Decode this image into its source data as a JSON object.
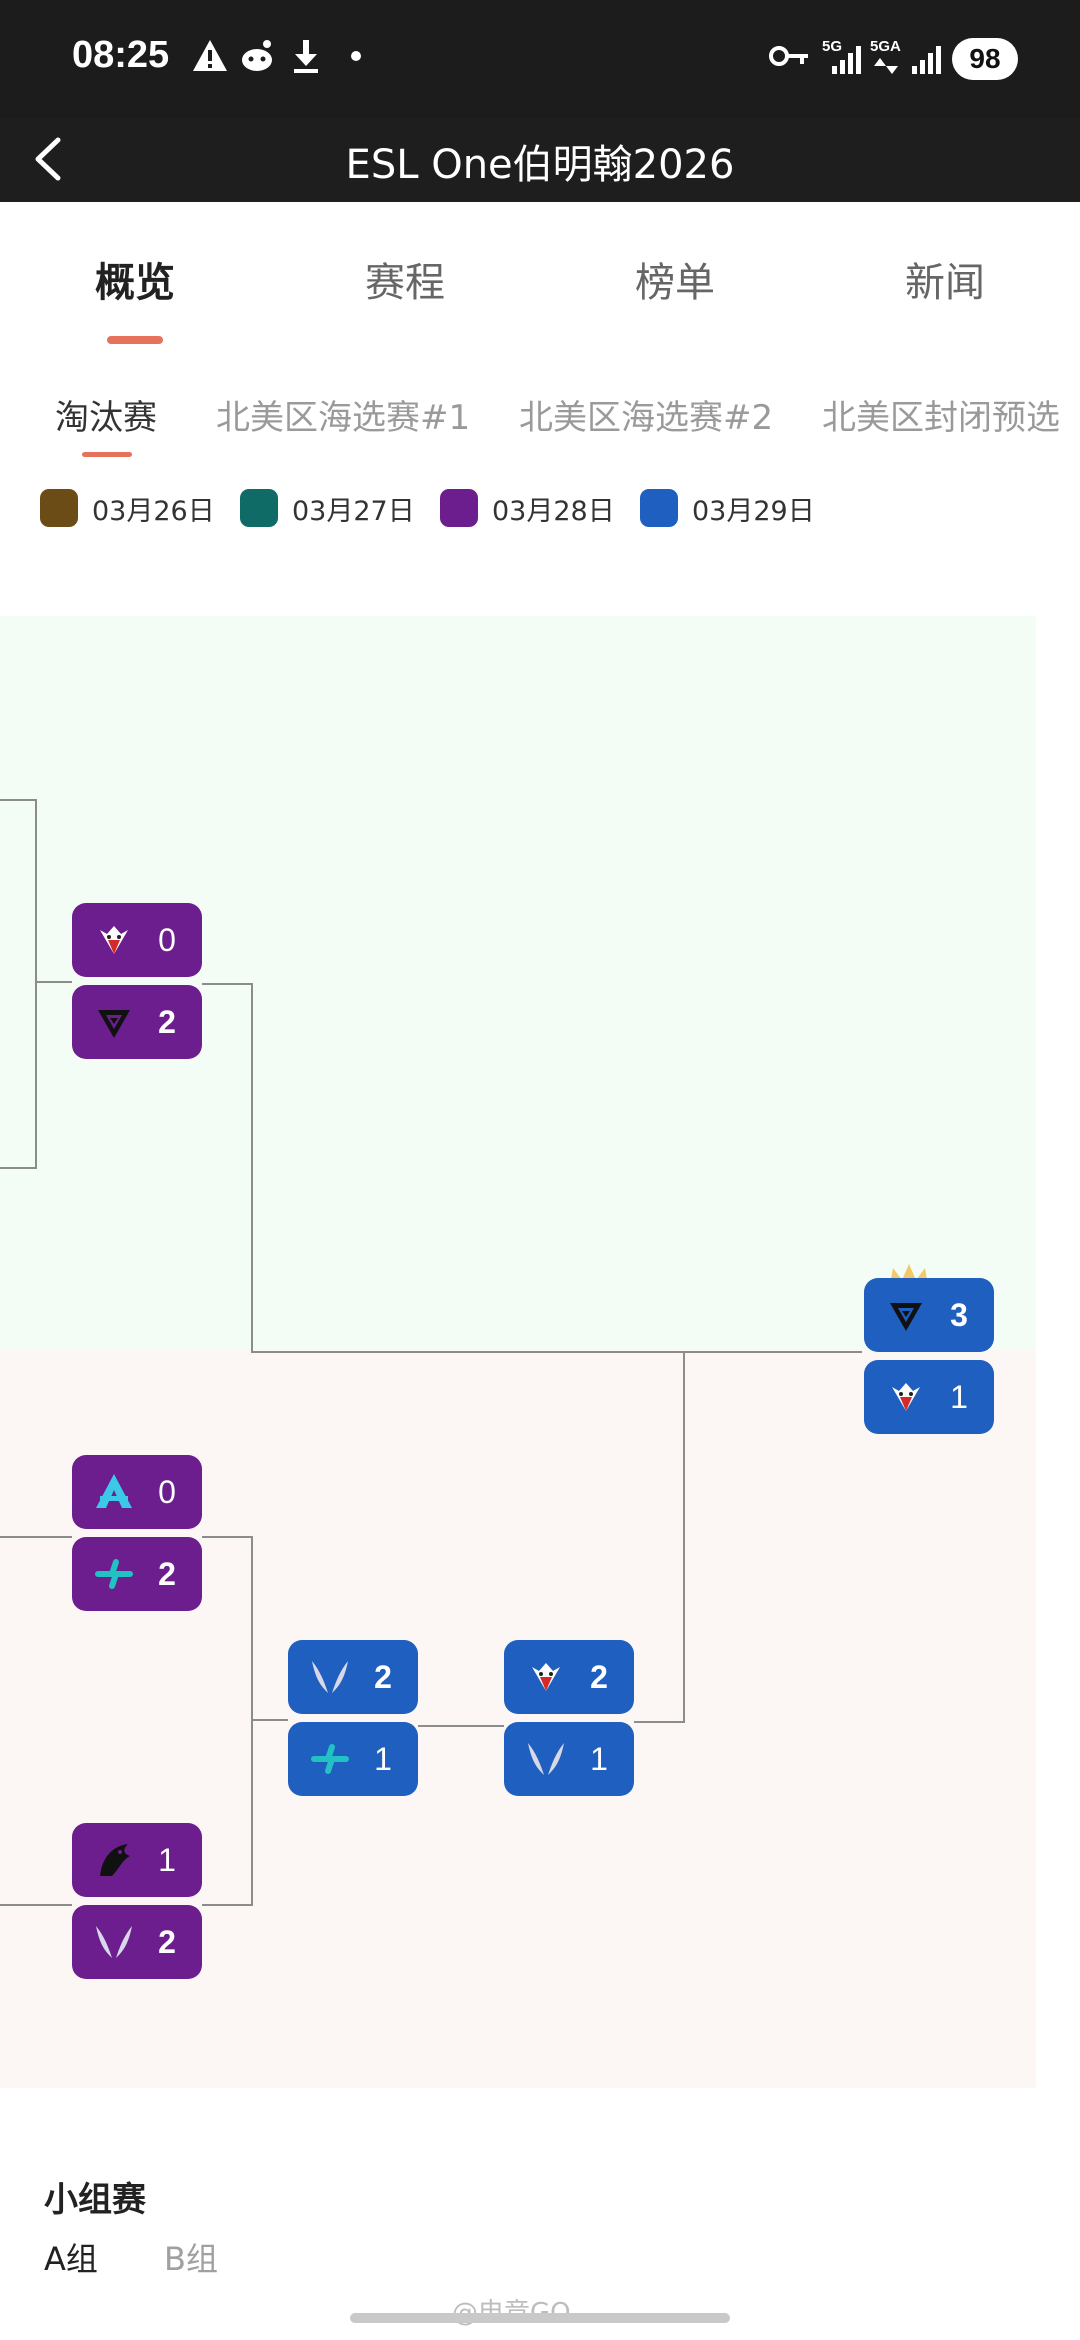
{
  "status_bar": {
    "time": "08:25",
    "network_1": "5G",
    "network_2": "5GA",
    "battery": "98"
  },
  "header": {
    "title": "ESL One伯明翰2026"
  },
  "tabs": [
    {
      "label": "概览",
      "active": true
    },
    {
      "label": "赛程",
      "active": false
    },
    {
      "label": "榜单",
      "active": false
    },
    {
      "label": "新闻",
      "active": false
    }
  ],
  "subtabs": [
    {
      "label": "淘汰赛",
      "active": true
    },
    {
      "label": "北美区海选赛#1",
      "active": false
    },
    {
      "label": "北美区海选赛#2",
      "active": false
    },
    {
      "label": "北美区封闭预选",
      "active": false
    }
  ],
  "legend": [
    {
      "label": "03月26日",
      "color": "#6b4c16"
    },
    {
      "label": "03月27日",
      "color": "#0e6b66"
    },
    {
      "label": "03月28日",
      "color": "#6c1e8e"
    },
    {
      "label": "03月29日",
      "color": "#1f5fbf"
    }
  ],
  "colors": {
    "accent": "#e5735b",
    "match_day_28": "#6c1e8e",
    "match_day_29": "#1f5fbf",
    "upper_bg": "#f4fdf5",
    "lower_bg": "#fcf7f4"
  },
  "bracket": {
    "matches": [
      {
        "id": "ub-final",
        "day": "03月28日",
        "teams": [
          {
            "icon": "red-wolf-logo-icon",
            "score": "0",
            "winner": false
          },
          {
            "icon": "tundra-logo-icon",
            "score": "2",
            "winner": true
          }
        ]
      },
      {
        "id": "lb-r1-a",
        "day": "03月28日",
        "teams": [
          {
            "icon": "aurora-logo-icon",
            "score": "0",
            "winner": false
          },
          {
            "icon": "cyan-cross-logo-icon",
            "score": "2",
            "winner": true
          }
        ]
      },
      {
        "id": "lb-r1-b",
        "day": "03月28日",
        "teams": [
          {
            "icon": "spirit-dragon-logo-icon",
            "score": "1",
            "winner": false
          },
          {
            "icon": "xtreme-wings-logo-icon",
            "score": "2",
            "winner": true
          }
        ]
      },
      {
        "id": "lb-semi",
        "day": "03月29日",
        "teams": [
          {
            "icon": "xtreme-wings-logo-icon",
            "score": "2",
            "winner": true
          },
          {
            "icon": "cyan-cross-logo-icon",
            "score": "1",
            "winner": false
          }
        ]
      },
      {
        "id": "lb-final",
        "day": "03月29日",
        "teams": [
          {
            "icon": "red-wolf-logo-icon",
            "score": "2",
            "winner": true
          },
          {
            "icon": "xtreme-wings-logo-icon",
            "score": "1",
            "winner": false
          }
        ]
      },
      {
        "id": "grand-final",
        "day": "03月29日",
        "champion_icon": "crown-icon",
        "teams": [
          {
            "icon": "tundra-logo-icon",
            "score": "3",
            "winner": true
          },
          {
            "icon": "red-wolf-logo-icon",
            "score": "1",
            "winner": false
          }
        ]
      }
    ]
  },
  "group_stage": {
    "title": "小组赛",
    "tabs": [
      {
        "label": "A组",
        "active": true
      },
      {
        "label": "B组",
        "active": false
      }
    ]
  },
  "watermark": "@电竞GO"
}
